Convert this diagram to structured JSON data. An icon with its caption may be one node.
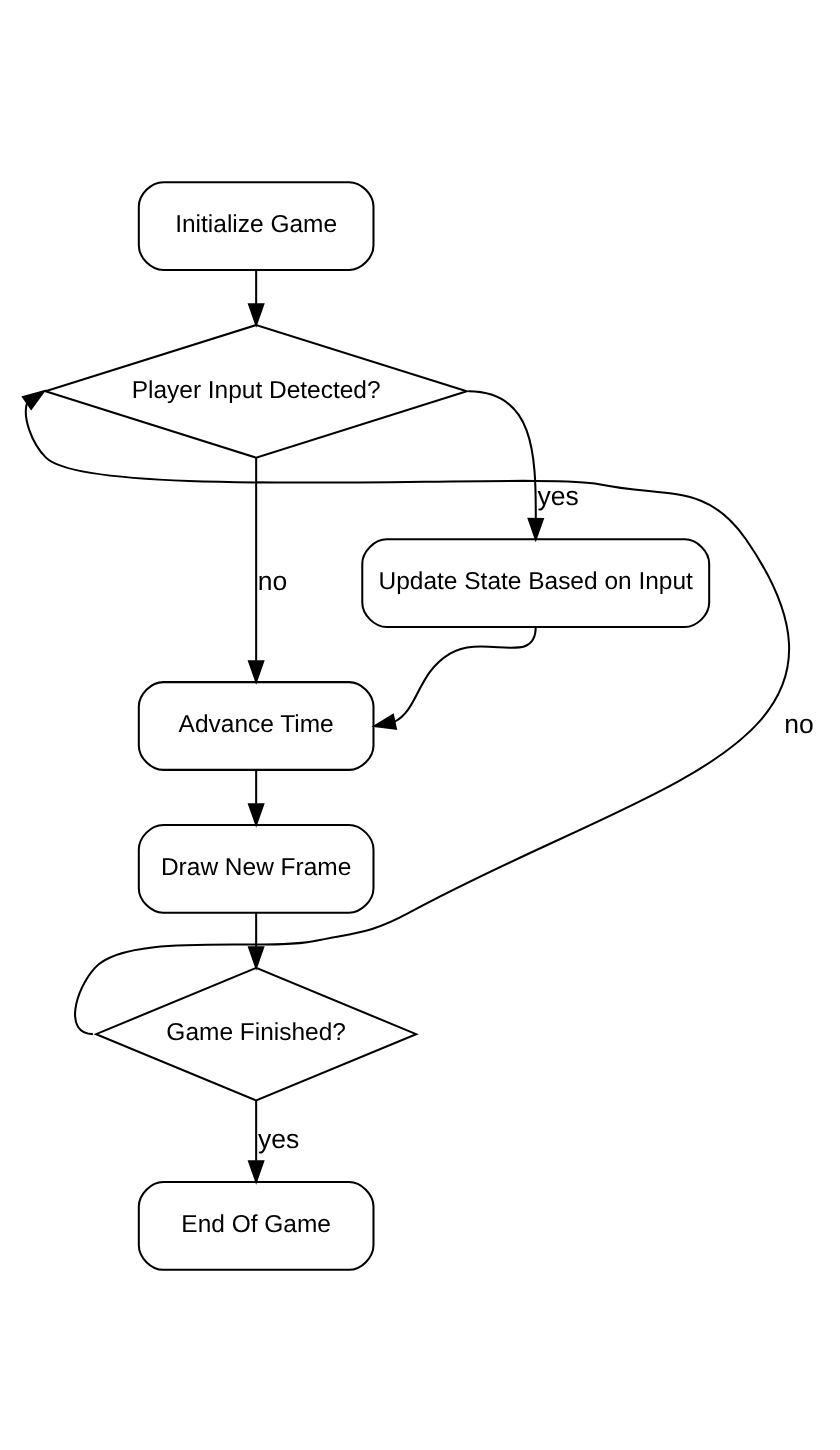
{
  "diagram": {
    "nodes": [
      {
        "text": [
          "Initialize Game"
        ]
      },
      {
        "text": [
          "Player Input Detected?"
        ]
      },
      {
        "text": [
          "Update State Based on Input"
        ]
      },
      {
        "text": [
          "Advance Time"
        ]
      },
      {
        "text": [
          "Draw New Frame"
        ]
      },
      {
        "text": [
          "Game Finished?"
        ]
      },
      {
        "text": [
          "End Of Game"
        ]
      }
    ],
    "edges": [
      {
        "from": 0,
        "to": 1,
        "arrow": "to"
      },
      {
        "from": 1,
        "to": 2,
        "arrow": "to",
        "label": "yes"
      },
      {
        "from": 1,
        "to": 3,
        "arrow": "to",
        "label": "no"
      },
      {
        "from": 2,
        "to": 3,
        "arrow": "to"
      },
      {
        "from": 3,
        "to": 4,
        "arrow": "to"
      },
      {
        "from": 4,
        "to": 5,
        "arrow": "to"
      },
      {
        "from": 5,
        "to": 1,
        "arrow": "to",
        "label": "no"
      },
      {
        "from": 5,
        "to": 6,
        "arrow": "to",
        "label": "yes"
      }
    ]
  }
}
